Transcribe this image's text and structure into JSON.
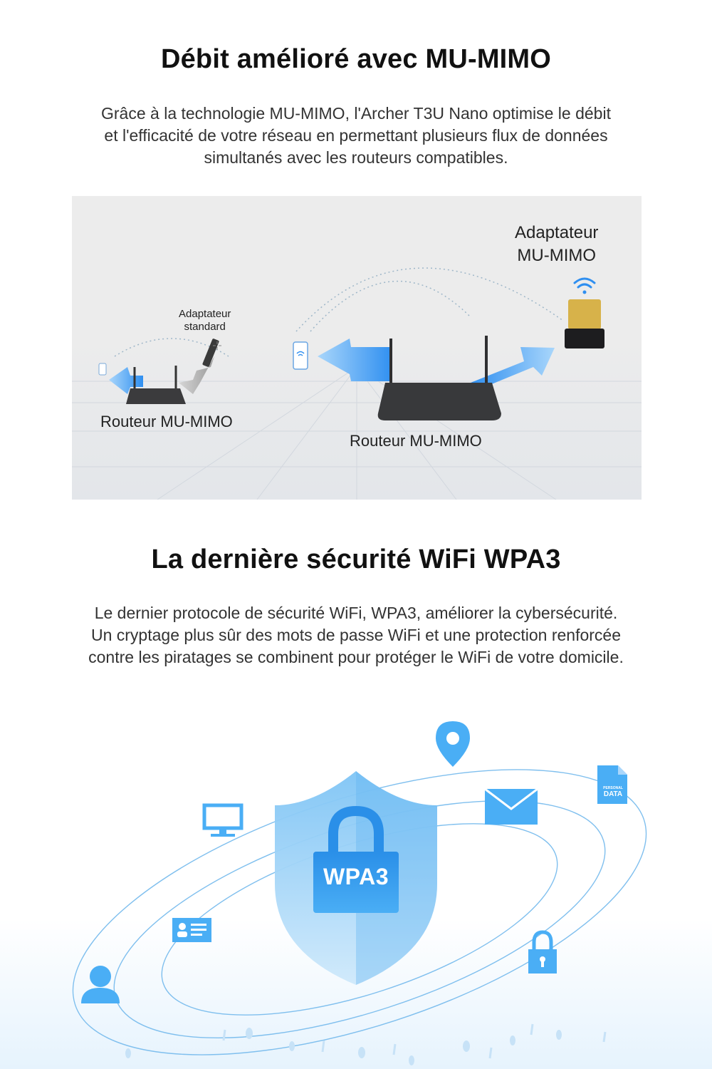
{
  "section1": {
    "title": "Débit amélioré avec MU-MIMO",
    "paragraph": [
      "Grâce à la technologie MU-MIMO, l'Archer T3U Nano optimise le débit",
      "et l'efficacité de votre réseau en permettant plusieurs flux de données",
      "simultanés avec les routeurs compatibles."
    ],
    "illustration": {
      "left_router_label": "Routeur MU-MIMO",
      "standard_adapter_label": [
        "Adaptateur",
        "standard"
      ],
      "right_router_label": "Routeur MU-MIMO",
      "mumimo_adapter_label": [
        "Adaptateur",
        "MU-MIMO"
      ]
    }
  },
  "section2": {
    "title": "La dernière sécurité WiFi WPA3",
    "paragraph": [
      "Le dernier protocole de sécurité WiFi, WPA3, améliorer la cybersécurité.",
      "Un cryptage plus sûr des mots de passe WiFi et une protection renforcée",
      "contre les piratages se combinent pour protéger le WiFi de votre domicile."
    ],
    "illustration": {
      "badge": "WPA3",
      "personal_data_icon": [
        "PERSONAL",
        "DATA"
      ],
      "icons": [
        "location-pin-icon",
        "envelope-icon",
        "personal-data-file-icon",
        "monitor-icon",
        "id-card-icon",
        "padlock-icon",
        "user-icon",
        "shield-icon"
      ],
      "accent": "#33a3f0"
    }
  }
}
